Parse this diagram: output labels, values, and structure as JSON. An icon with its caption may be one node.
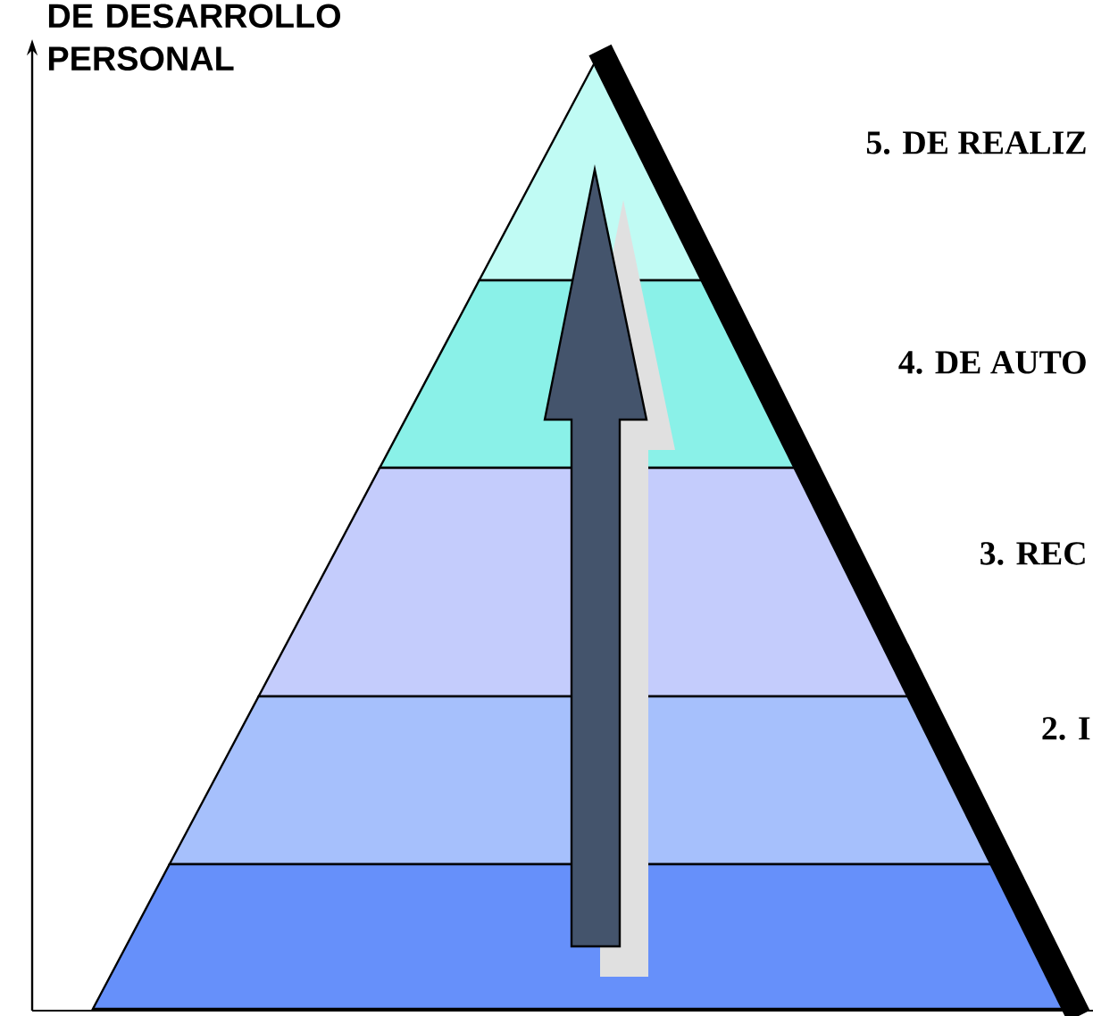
{
  "diagram": {
    "title": "DE DESARROLLO PERSONAL",
    "labels": [
      "5. DE REALIZ",
      "4. DE AUTO",
      "3.  REC",
      "2. I"
    ]
  }
}
